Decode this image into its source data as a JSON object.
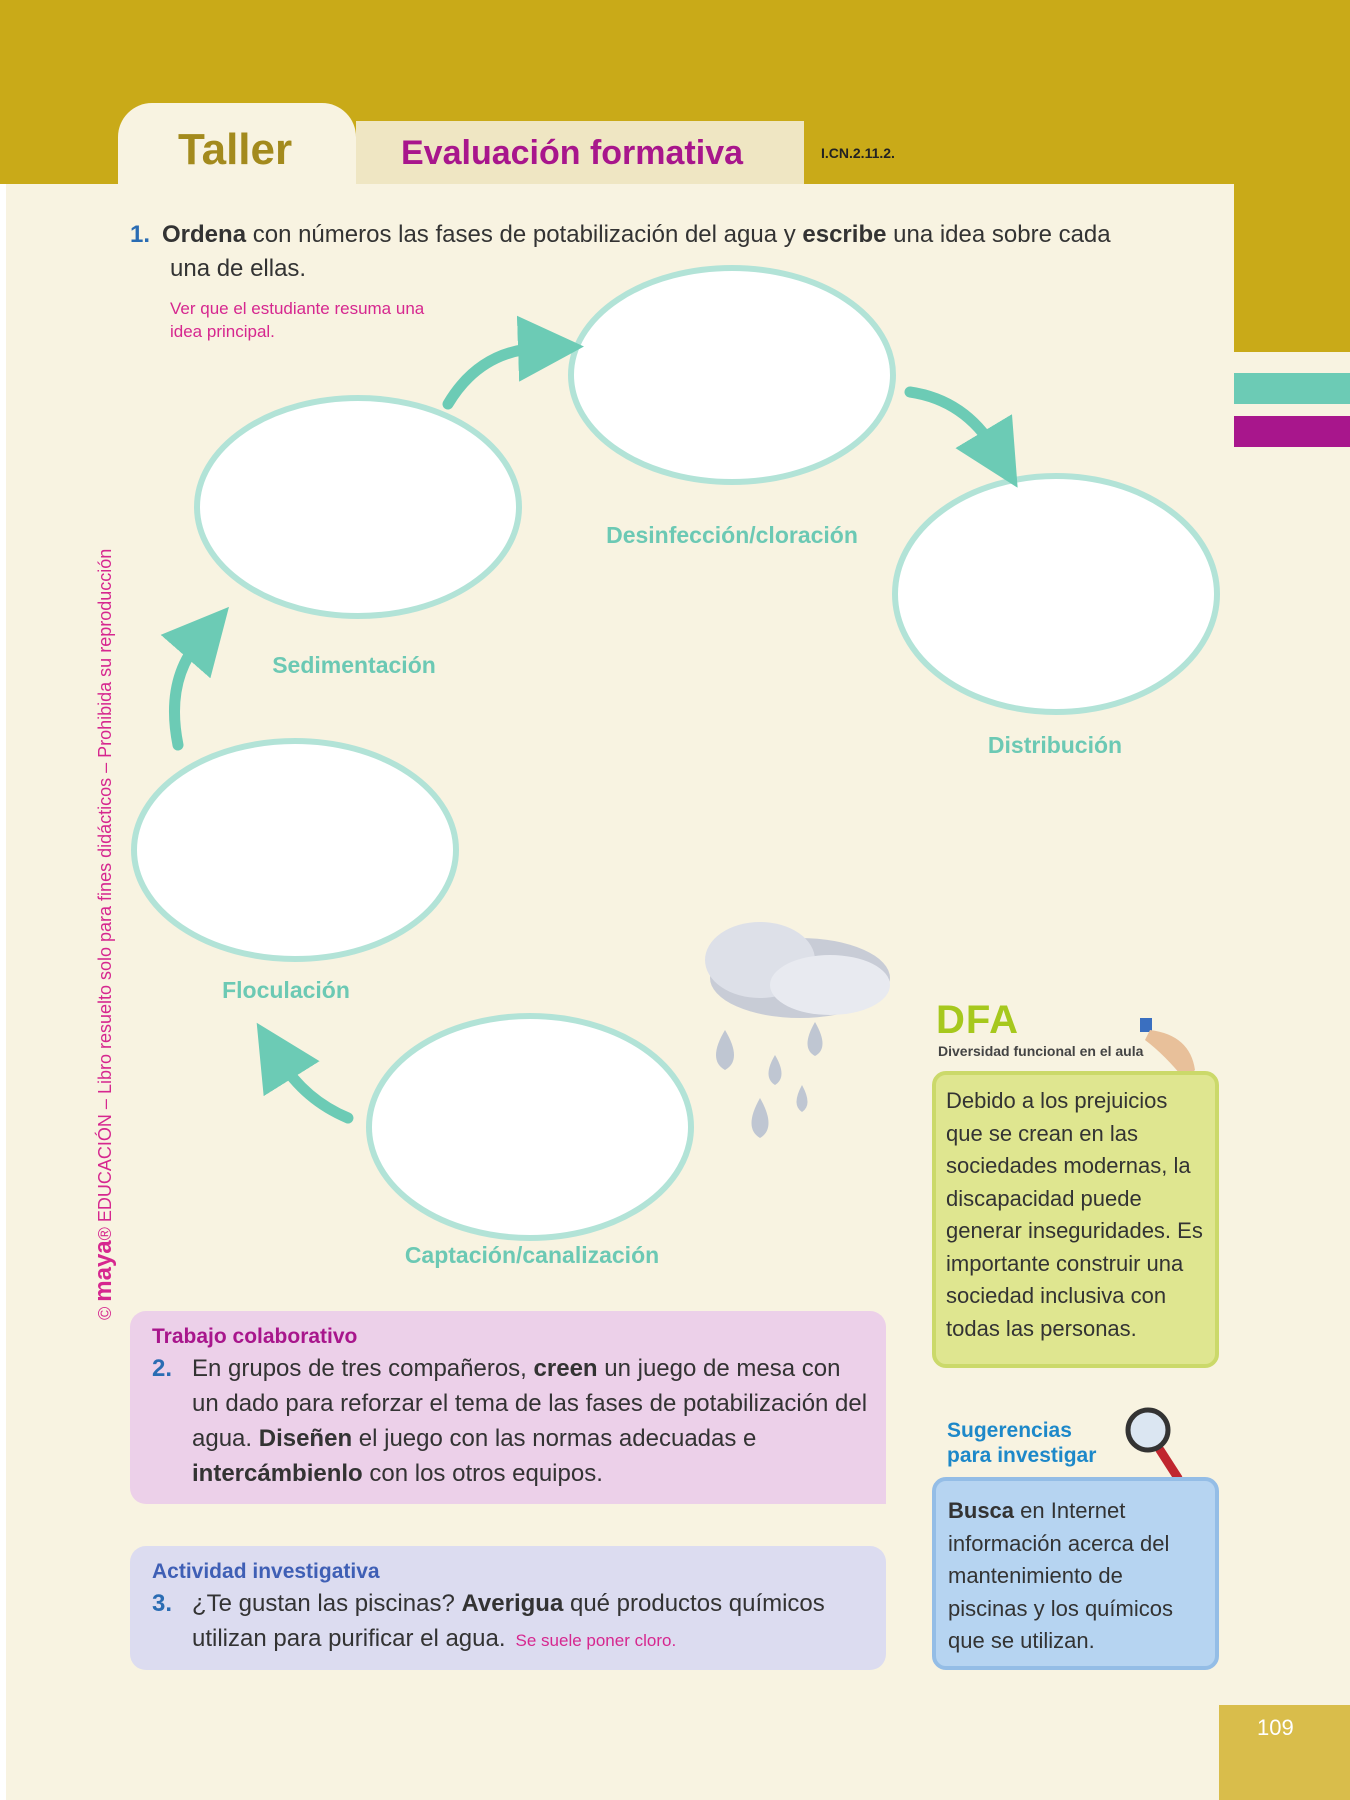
{
  "header": {
    "tab_taller": "Taller",
    "tab_evaluacion": "Evaluación formativa",
    "code": "I.CN.2.11.2."
  },
  "q1": {
    "number": "1.",
    "bold1": "Ordena",
    "text1": " con números las fases de potabilización del agua y ",
    "bold2": "escribe",
    "text2": " una idea sobre cada",
    "line2": "una de ellas.",
    "note_line1": "Ver que el estudiante resuma una",
    "note_line2": "idea principal."
  },
  "phases": {
    "desinfeccion": "Desinfección/cloración",
    "sedimentacion": "Sedimentación",
    "distribucion": "Distribución",
    "floculacion": "Floculación",
    "captacion": "Captación/canalización"
  },
  "copyright": {
    "brand": "maya",
    "text": "© maya® EDUCACIÓN – Libro resuelto solo para fines didácticos – Prohibida su reproducción",
    "rest": "EDUCACIÓN – Libro resuelto solo para fines didácticos – Prohibida su reproducción"
  },
  "dfa": {
    "title": "DFA",
    "subtitle": "Diversidad funcional en el aula",
    "text": "Debido a los prejuicios que se crean en las sociedades modernas, la discapacidad puede generar inseguridades. Es importante construir una sociedad inclusiva con todas las personas."
  },
  "sugerencias": {
    "title1": "Sugerencias",
    "title2": "para investigar",
    "bold": "Busca",
    "text": " en Internet información acerca del mantenimiento de piscinas y los químicos que se utilizan."
  },
  "trabajo": {
    "title": "Trabajo colaborativo",
    "number": "2.",
    "t1": "En grupos de tres compañeros, ",
    "b1": "creen",
    "t2": " un juego de mesa con un dado para reforzar el tema de las fases de potabilización del agua. ",
    "b2": "Diseñen",
    "t3": " el juego con las normas adecuadas e ",
    "b3": "intercámbienlo",
    "t4": " con los otros equipos."
  },
  "actividad": {
    "title": "Actividad investigativa",
    "number": "3.",
    "t1": "¿Te gustan las piscinas? ",
    "b1": "Averigua",
    "t2": " qué productos químicos utilizan para purificar el agua.",
    "answer": "Se suele poner cloro."
  },
  "page_number": "109",
  "colors": {
    "gold": "#c9aa18",
    "teal": "#6ccbb5",
    "magenta": "#a8168c"
  }
}
